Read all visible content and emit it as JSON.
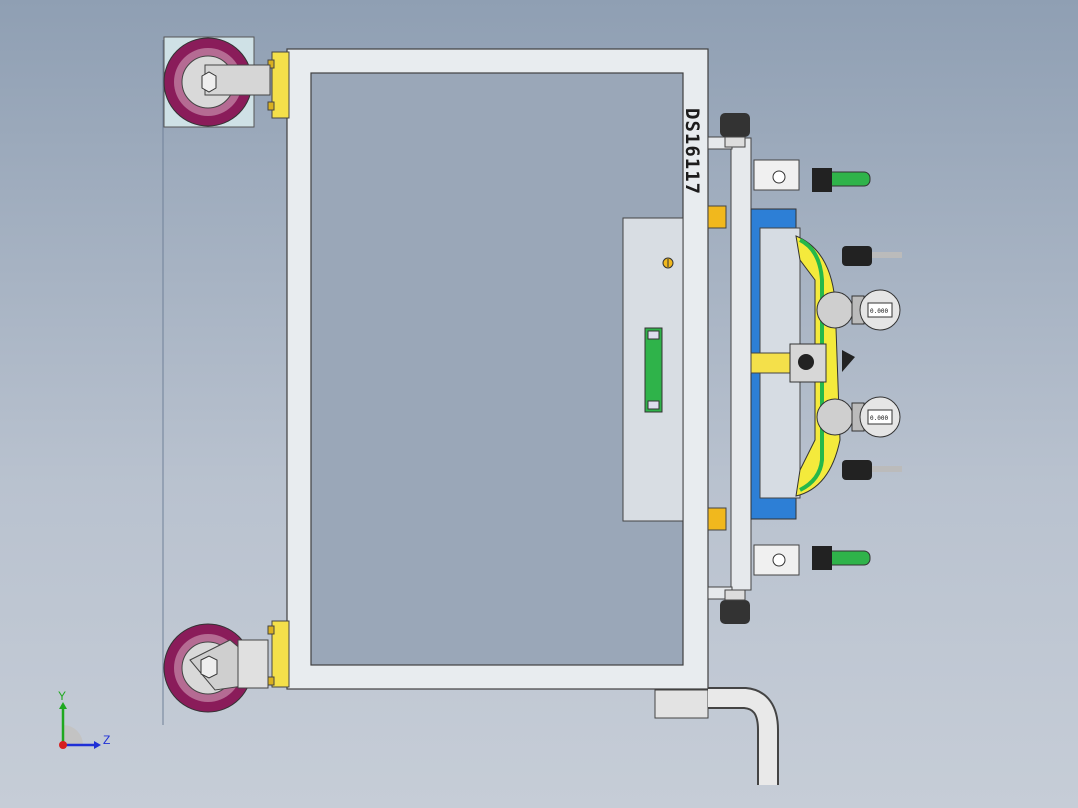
{
  "viewport": {
    "title": "CAD 3D model view - inspection fixture cart",
    "part_label": "DS16117",
    "gauge_reading": "0.000"
  },
  "triad": {
    "y_label": "Y",
    "z_label": "Z",
    "y_color": "#1fa81f",
    "z_color": "#1f2fd6",
    "x_color": "#d61f1f"
  },
  "colors": {
    "frame": "#e8ecef",
    "frame_edge": "#404040",
    "wheel": "#8a1c5a",
    "handle": "#2fb34a",
    "mount": "#f4e04a",
    "base": "#2d7fd6",
    "panel": "#d8dde3"
  },
  "icons": [
    "caster-wheel-icon",
    "handle-bar-icon",
    "dial-gauge-icon",
    "clamp-icon",
    "coordinate-triad-icon"
  ]
}
